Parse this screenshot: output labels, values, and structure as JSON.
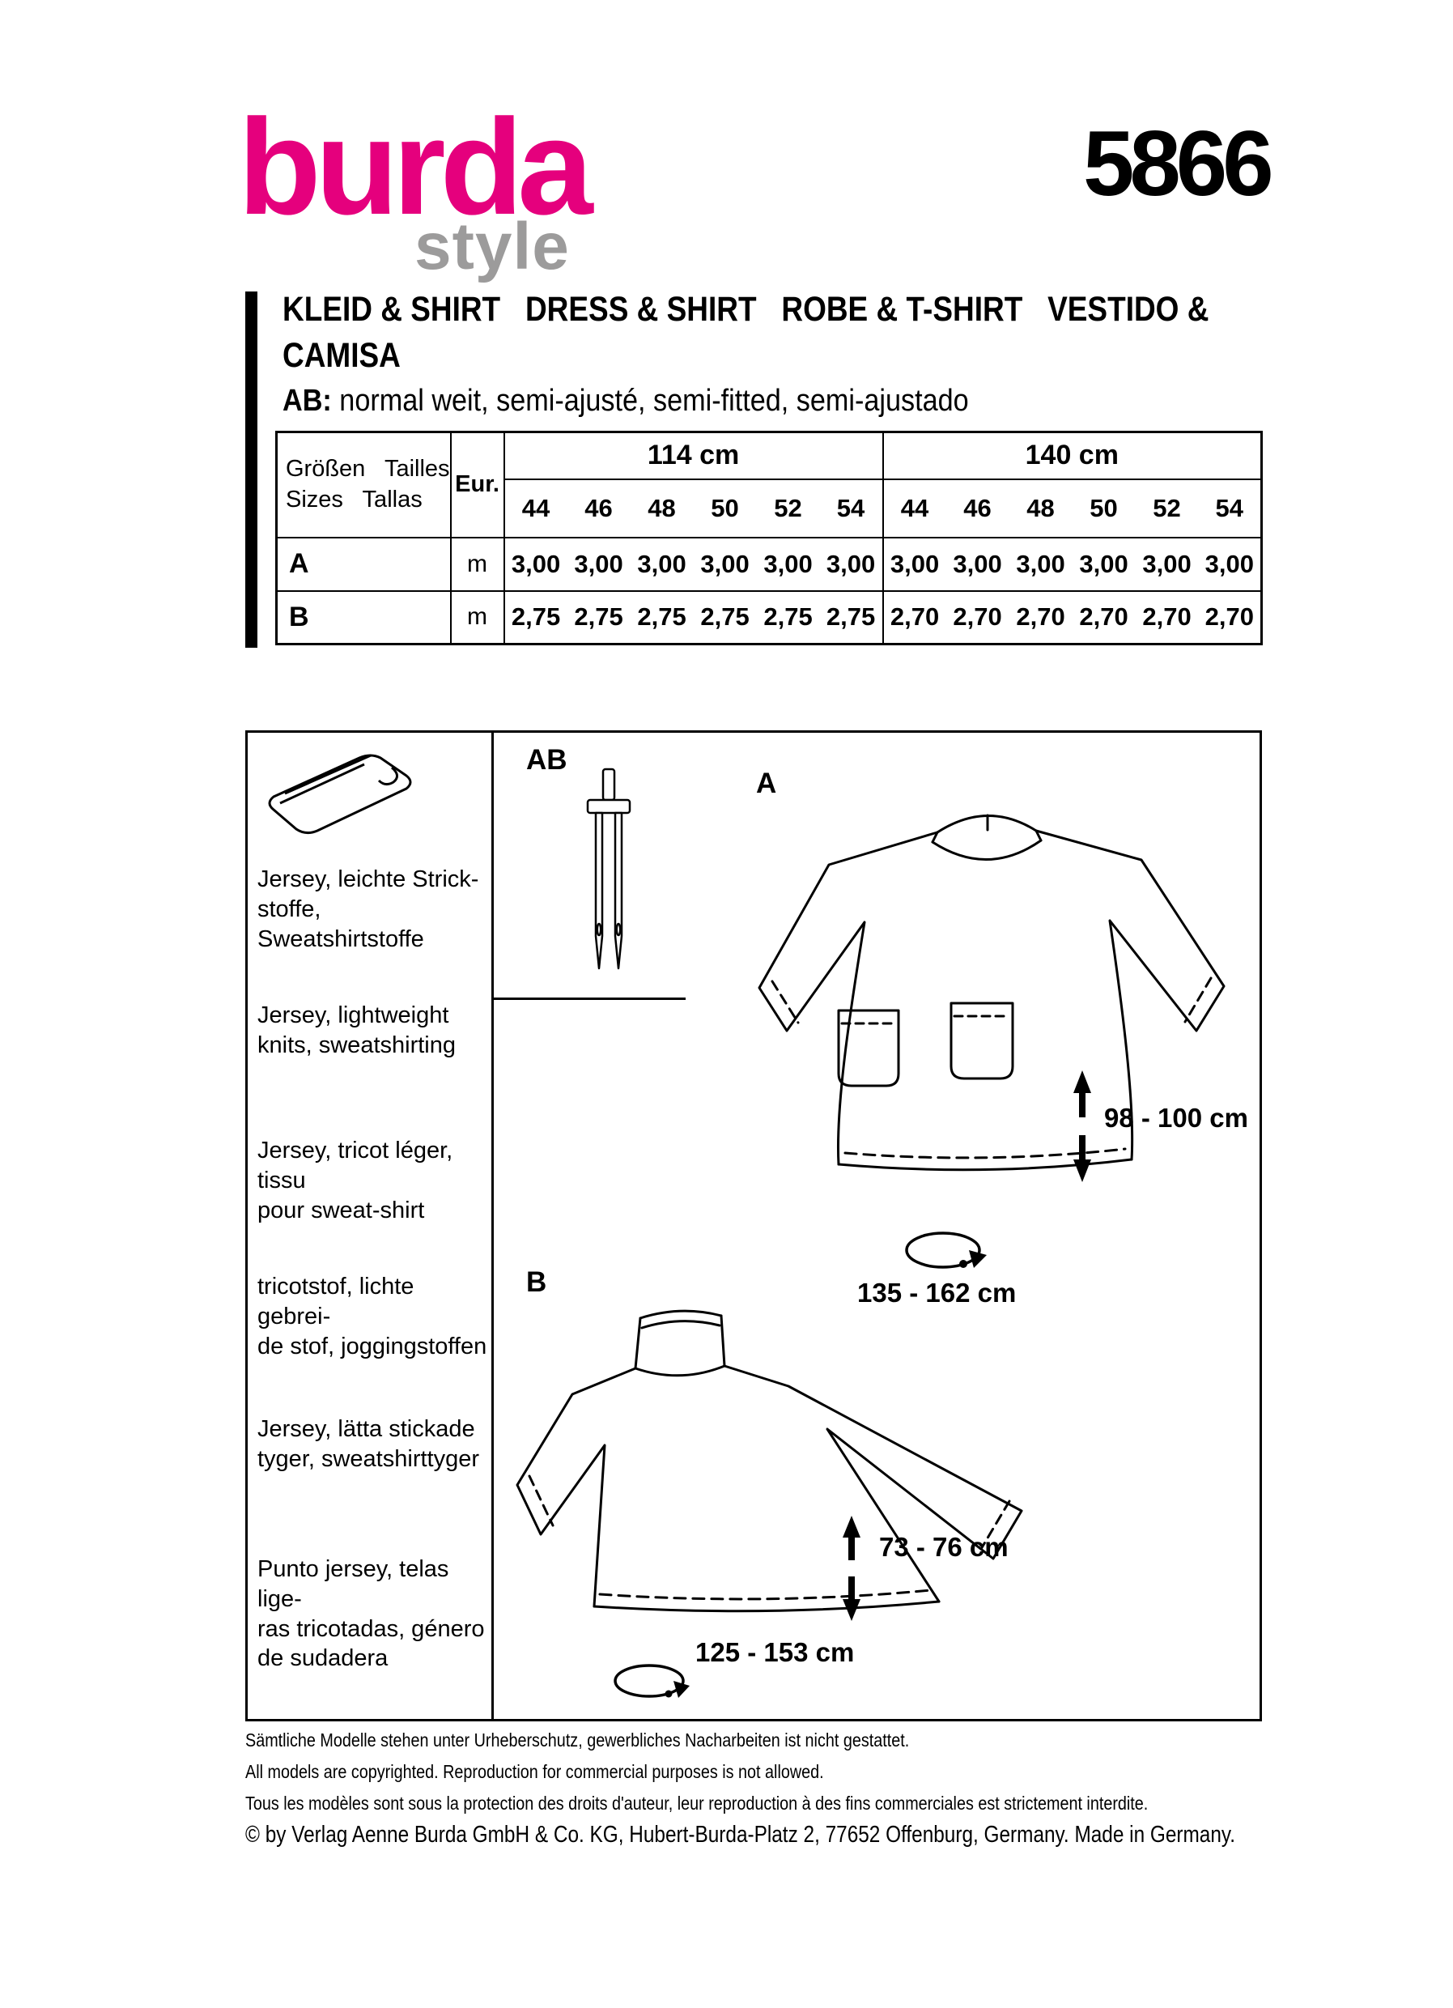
{
  "brand": {
    "logo": "burda",
    "logo_sub": "style",
    "pattern_number": "5866"
  },
  "header": {
    "title": "KLEID & SHIRT   DRESS & SHIRT   ROBE & T-SHIRT   VESTIDO &\nCAMISA",
    "fit_label": "AB:",
    "fit_text": " normal weit, semi-ajusté, semi-fitted, semi-ajustado"
  },
  "fabric_table": {
    "width_groups": [
      "114 cm",
      "140 cm"
    ],
    "size_header": "Größen   Tailles\nSizes   Tallas",
    "eur_label": "Eur.",
    "sizes": [
      "44",
      "46",
      "48",
      "50",
      "52",
      "54"
    ],
    "rows": [
      {
        "view": "A",
        "unit": "m",
        "values": [
          "3,00",
          "3,00",
          "3,00",
          "3,00",
          "3,00",
          "3,00",
          "3,00",
          "3,00",
          "3,00",
          "3,00",
          "3,00",
          "3,00"
        ]
      },
      {
        "view": "B",
        "unit": "m",
        "values": [
          "2,75",
          "2,75",
          "2,75",
          "2,75",
          "2,75",
          "2,75",
          "2,70",
          "2,70",
          "2,70",
          "2,70",
          "2,70",
          "2,70"
        ]
      }
    ]
  },
  "materials": {
    "de": "Jersey, leichte Strick-\nstoffe, Sweatshirtstoffe",
    "en": "Jersey, lightweight\nknits, sweatshirting",
    "fr": "Jersey, tricot léger, tissu\npour sweat-shirt",
    "nl": "tricotstof, lichte gebrei-\nde stof, joggingstoffen",
    "sv": "Jersey, lätta stickade\ntyger, sweatshirttyger",
    "es": "Punto jersey, telas lige-\nras tricotadas, género\nde sudadera"
  },
  "diagram": {
    "notions_label": "AB",
    "view_a": {
      "label": "A",
      "length": "98 - 100 cm",
      "girth": "135 - 162 cm"
    },
    "view_b": {
      "label": "B",
      "length": "73 - 76 cm",
      "girth": "125 - 153 cm"
    }
  },
  "footer": {
    "line_de": "Sämtliche Modelle stehen unter Urheberschutz, gewerbliches Nacharbeiten ist nicht gestattet.",
    "line_en": "All models are copyrighted. Reproduction for commercial purposes is not allowed.",
    "line_fr": "Tous les modèles sont sous la protection des droits d'auteur, leur reproduction à des fins commerciales est strictement interdite.",
    "line_copyright": "© by Verlag Aenne Burda GmbH & Co. KG, Hubert-Burda-Platz 2, 77652 Offenburg, Germany. Made in Germany."
  },
  "icons": {
    "fabric_bolt": "fabric-bolt-icon",
    "twin_needle": "twin-needle-icon",
    "length_arrow": "vertical-double-arrow-icon",
    "girth_arrow": "circumference-ellipse-icon"
  },
  "colors": {
    "brand_pink": "#e5007d",
    "logo_gray": "#9c9b9b",
    "ink": "#000000",
    "paper": "#ffffff"
  }
}
